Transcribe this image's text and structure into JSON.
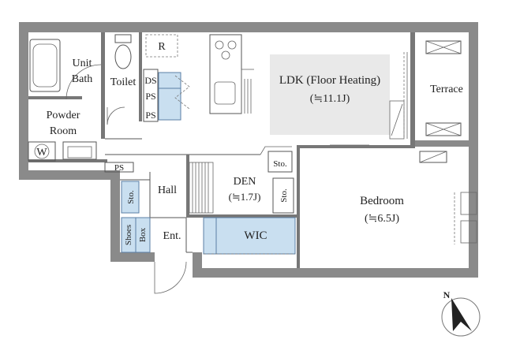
{
  "rooms": {
    "unit_bath_line1": "Unit",
    "unit_bath_line2": "Bath",
    "toilet": "Toilet",
    "refrigerator": "R",
    "ds": "DS",
    "ps_upper": "PS",
    "ps_lower": "PS",
    "powder_room_line1": "Powder",
    "powder_room_line2": "Room",
    "washer": "W",
    "ps_small": "PS",
    "ldk_line1": "LDK (Floor Heating)",
    "ldk_line2": "(≒11.1J)",
    "terrace": "Terrace",
    "storage_den": "Sto.",
    "den_line1": "DEN",
    "den_line2": "(≒1.7J)",
    "storage_den_side": "Sto.",
    "storage_hall": "Sto.",
    "hall": "Hall",
    "bedroom_line1": "Bedroom",
    "bedroom_line2": "(≒6.5J)",
    "wic": "WIC",
    "shoes_box_line1": "Shoes",
    "shoes_box_line2": "Box",
    "entrance": "Ent."
  },
  "compass": {
    "north": "N"
  },
  "colors": {
    "wall": "#8a8a8a",
    "ldk_fill": "#e9e9e9",
    "storage_blue": "#c9dff0",
    "line_blue": "#5b7fa6"
  }
}
